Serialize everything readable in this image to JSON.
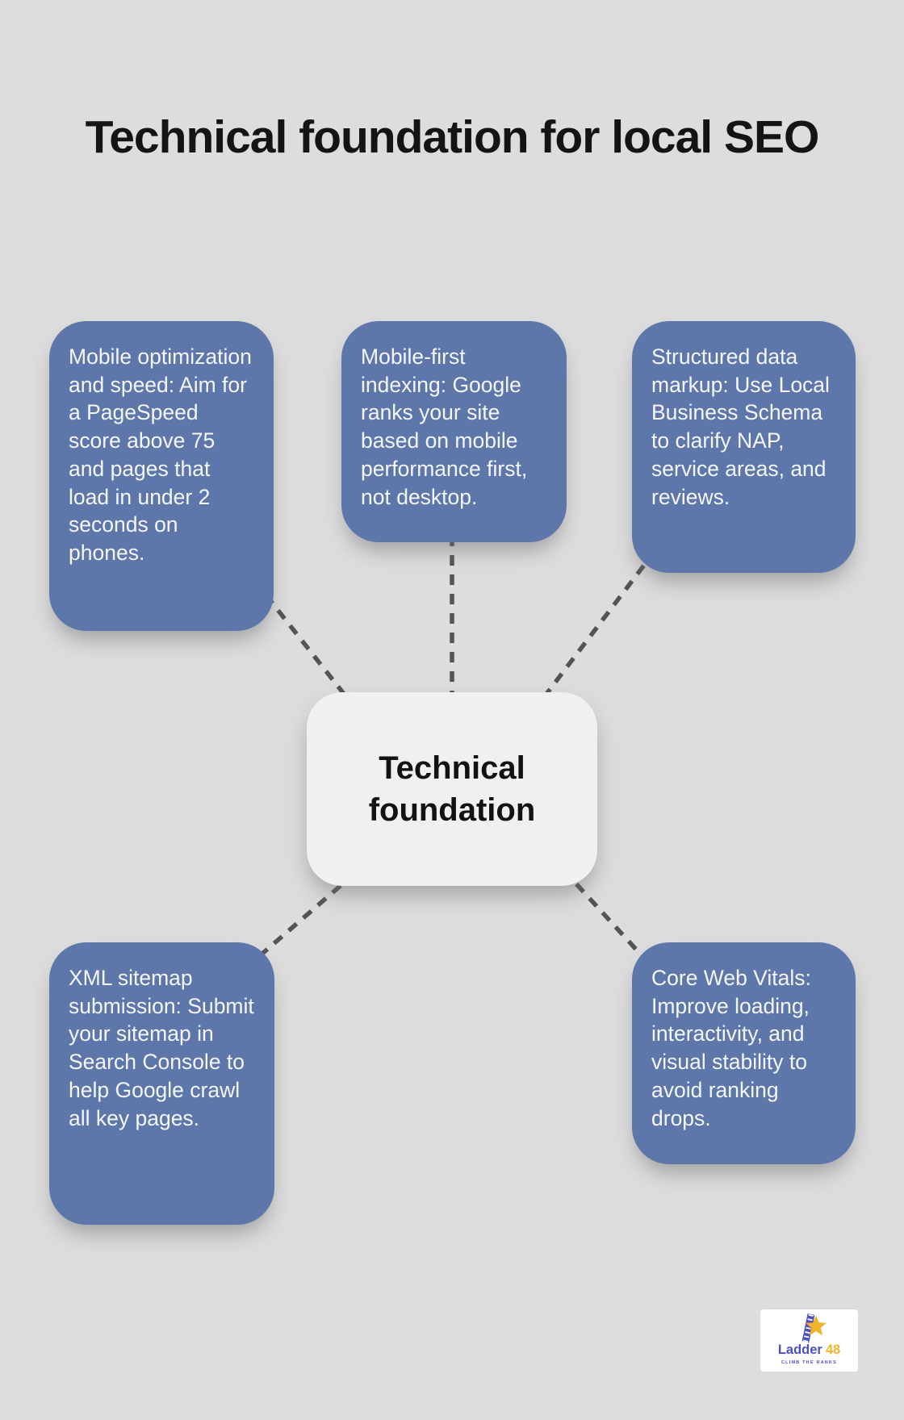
{
  "title": "Technical foundation for local SEO",
  "center": {
    "label": "Technical foundation"
  },
  "boxes": [
    {
      "id": "mobile-optimization",
      "text": "Mobile optimization and speed: Aim for a PageSpeed score above 75 and pages that load in under 2 seconds on phones."
    },
    {
      "id": "mobile-first-indexing",
      "text": "Mobile-first indexing: Google ranks your site based on mobile performance first, not desktop."
    },
    {
      "id": "structured-data-markup",
      "text": "Structured data markup: Use Local Business Schema to clarify NAP, service areas, and reviews."
    },
    {
      "id": "xml-sitemap-submission",
      "text": "XML sitemap submission: Submit your sitemap in Search Console to help Google crawl all key pages."
    },
    {
      "id": "core-web-vitals",
      "text": "Core Web Vitals: Improve loading, interactivity, and visual stability to avoid ranking drops."
    }
  ],
  "logo": {
    "brand_primary": "Ladder",
    "brand_number": "48",
    "tagline": "CLIMB THE RANKS"
  },
  "colors": {
    "background": "#dcdddc",
    "node_blue": "#5d77ab",
    "node_text": "#f4f7fb",
    "center_bg": "#f0f0f2",
    "center_text": "#121212",
    "title_text": "#141414",
    "connector": "#545454",
    "logo_indigo": "#4b50c5",
    "logo_gold": "#f2b32a"
  }
}
